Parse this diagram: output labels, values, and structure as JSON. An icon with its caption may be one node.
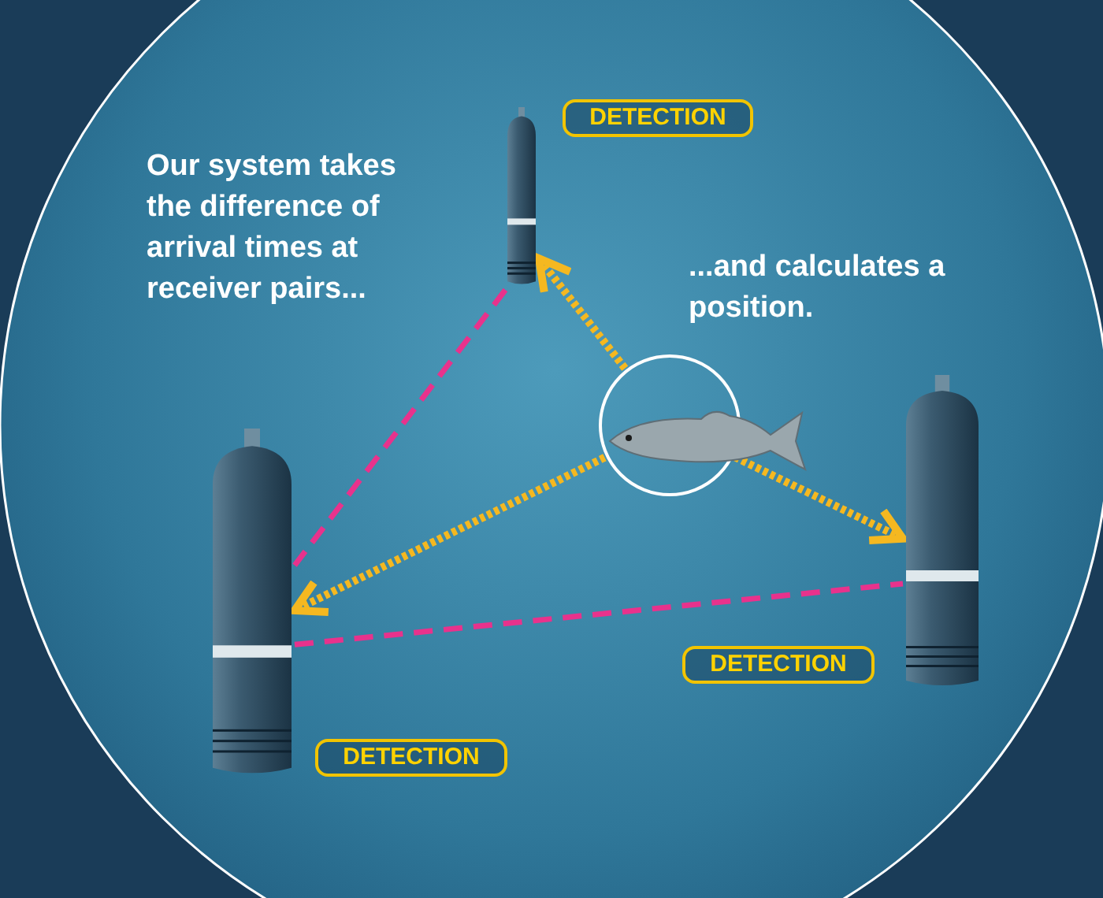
{
  "diagram": {
    "nodes": [
      {
        "text": [
          "DETECTION"
        ]
      },
      {
        "text": [],
        "shape": "cylinder"
      },
      {
        "text": [],
        "shape": "circle"
      },
      {
        "text": [],
        "shape": "cylinder"
      },
      {
        "text": [],
        "shape": "cylinder"
      },
      {
        "text": [
          "DETECTION"
        ]
      },
      {
        "text": [
          "DETECTION"
        ]
      }
    ],
    "edges": [
      {
        "from": 2,
        "to": 1,
        "arrow": "to"
      },
      {
        "from": 2,
        "to": 3,
        "arrow": "to"
      },
      {
        "from": 2,
        "to": 4,
        "arrow": "to"
      },
      {
        "from": 1,
        "to": 3,
        "arrow": "none",
        "style": "dashed",
        "color": "#e8328c"
      },
      {
        "from": 3,
        "to": 4,
        "arrow": "none",
        "style": "dashed",
        "color": "#e8328c"
      }
    ],
    "labels": [
      "Our system takes the difference of arrival times at receiver pairs...",
      "...and calculates a position."
    ]
  }
}
